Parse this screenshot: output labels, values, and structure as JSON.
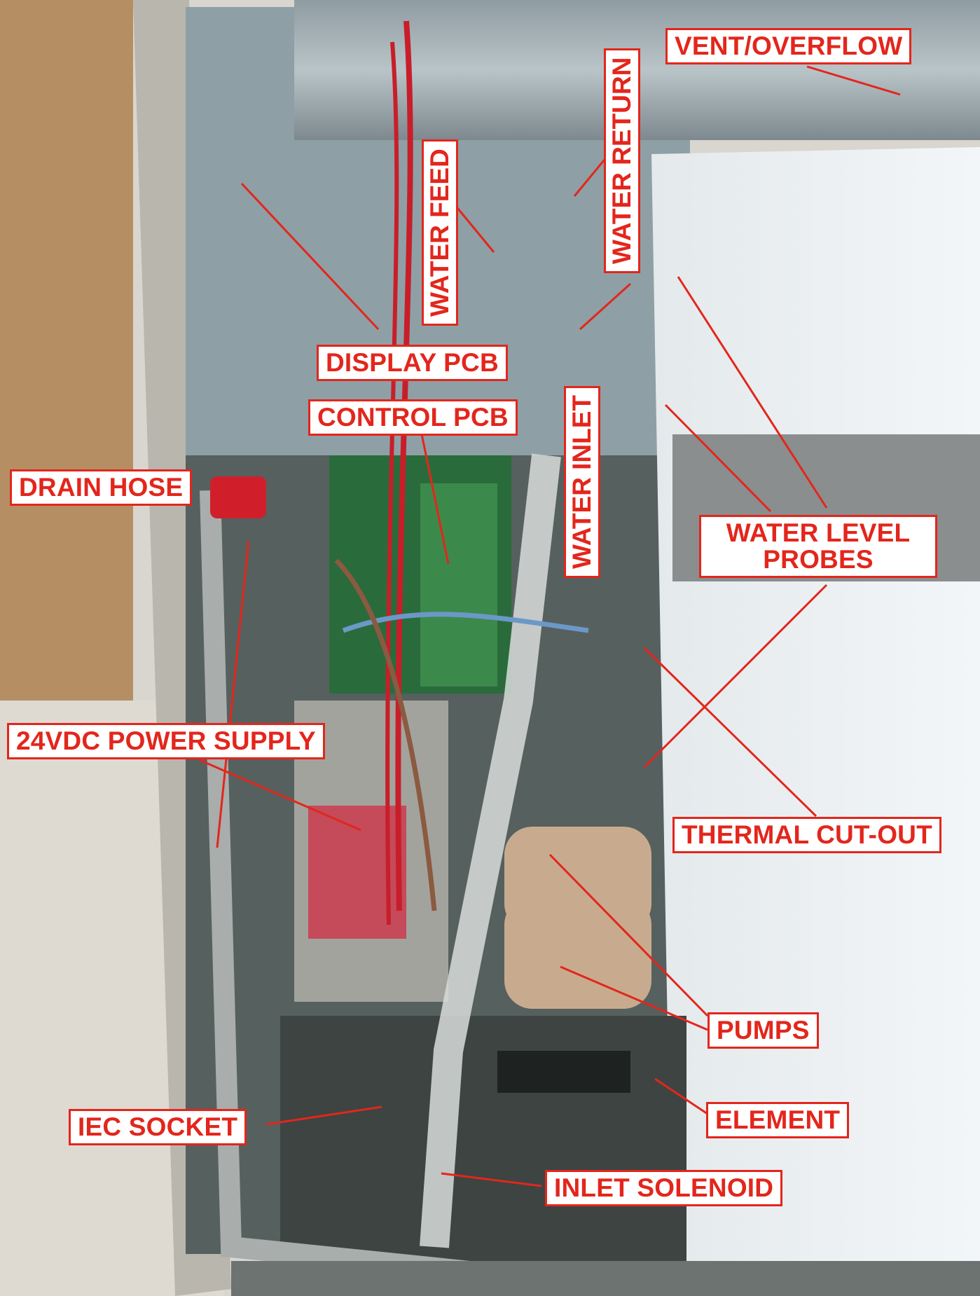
{
  "labels": {
    "vent_overflow": "VENT/OVERFLOW",
    "water_return": "WATER RETURN",
    "water_feed": "WATER FEED",
    "display_pcb": "DISPLAY PCB",
    "control_pcb": "CONTROL PCB",
    "water_inlet": "WATER INLET",
    "drain_hose": "DRAIN HOSE",
    "water_level_probes_line1": "WATER LEVEL",
    "water_level_probes_line2": "PROBES",
    "power_supply": "24VDC POWER SUPPLY",
    "thermal_cut_out": "THERMAL CUT-OUT",
    "pumps": "PUMPS",
    "element": "ELEMENT",
    "iec_socket": "IEC SOCKET",
    "inlet_solenoid": "INLET SOLENOID"
  },
  "colors": {
    "label_text": "#e3261c",
    "label_border": "#e3261c",
    "label_fill": "#ffffff",
    "leader_line": "#e3261c"
  }
}
